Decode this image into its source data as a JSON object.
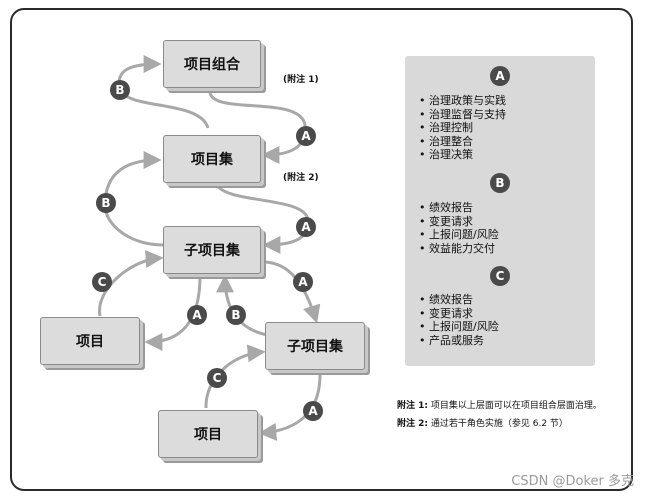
{
  "nodes": {
    "portfolio": "项目组合",
    "program": "项目集",
    "subprogram_1": "子项目集",
    "subprogram_2": "子项目集",
    "project_1": "项目",
    "project_2": "项目"
  },
  "notes": {
    "note1": "(附注 1)",
    "note2": "(附注 2)"
  },
  "badges": {
    "A": "A",
    "B": "B",
    "C": "C"
  },
  "panel": {
    "A": {
      "badge": "A",
      "items": [
        "治理政策与实践",
        "治理监督与支持",
        "治理控制",
        "治理整合",
        "治理决策"
      ]
    },
    "B": {
      "badge": "B",
      "items": [
        "绩效报告",
        "变更请求",
        "上报问题/风险",
        "效益能力交付"
      ]
    },
    "C": {
      "badge": "C",
      "items": [
        "绩效报告",
        "变更请求",
        "上报问题/风险",
        "产品或服务"
      ]
    }
  },
  "legend": {
    "note1_label": "附注 1:",
    "note1_text": "项目集以上层面可以在项目组合层面治理。",
    "note2_label": "附注 2:",
    "note2_text": "通过若干角色实施（参见 6.2 节）"
  },
  "watermark": "CSDN @Doker 多克",
  "colors": {
    "arrow": "#a8a8a8",
    "badge": "#4a4a4a",
    "node": "#dcdcdc",
    "panel": "#d9d9d9"
  }
}
